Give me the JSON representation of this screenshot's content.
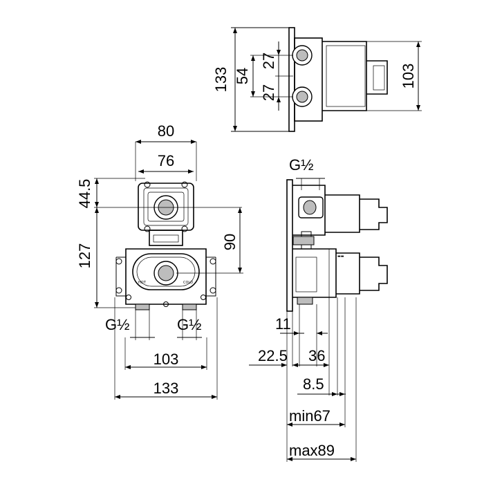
{
  "views": {
    "top": {
      "dim_height_total": "133",
      "dim_pitch": "54",
      "dim_upper_half": "27",
      "dim_lower_half": "27",
      "dim_body_height": "103"
    },
    "front": {
      "dim_frame_width": "80",
      "dim_frame_inner": "76",
      "dim_upper_offset": "44.5",
      "dim_lower_height": "127",
      "dim_centers": "90",
      "label_inlet_left": "G½",
      "label_inlet_right": "G½",
      "dim_inlet_spacing": "103",
      "dim_total_width": "133",
      "marking_hot": "HOT",
      "marking_cold": "COLD"
    },
    "side": {
      "label_thread": "G½",
      "dim_a": "11",
      "dim_b": "22.5",
      "dim_c": "36",
      "dim_d": "8.5",
      "dim_min": "min67",
      "dim_max": "max89"
    }
  }
}
